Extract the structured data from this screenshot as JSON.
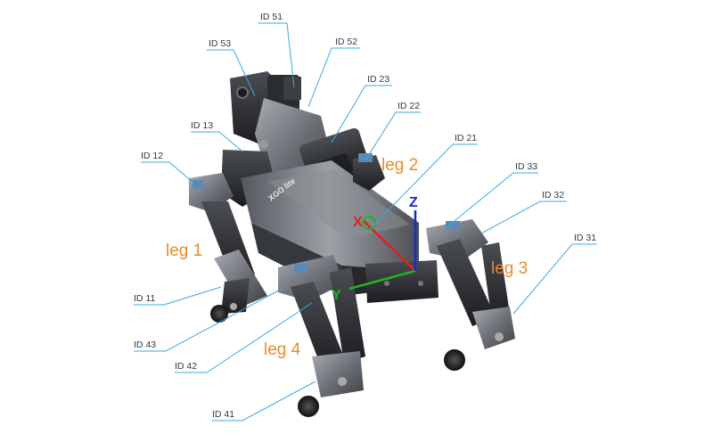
{
  "colors": {
    "callout_line": "#3ea8e0",
    "leg_label": "#e88a2a",
    "axis_x": "#e02020",
    "axis_y": "#21b321",
    "axis_z": "#1a2bd0",
    "body_dark": "#2b2d31",
    "body_metal": "#7d8086",
    "background": "#ffffff"
  },
  "callouts": [
    {
      "key": "id51",
      "label": "ID 51"
    },
    {
      "key": "id52",
      "label": "ID 52"
    },
    {
      "key": "id53",
      "label": "ID 53"
    },
    {
      "key": "id23",
      "label": "ID 23"
    },
    {
      "key": "id22",
      "label": "ID 22"
    },
    {
      "key": "id13",
      "label": "ID 13"
    },
    {
      "key": "id21",
      "label": "ID 21"
    },
    {
      "key": "id12",
      "label": "ID 12"
    },
    {
      "key": "id33",
      "label": "ID 33"
    },
    {
      "key": "id32",
      "label": "ID 32"
    },
    {
      "key": "id31",
      "label": "ID 31"
    },
    {
      "key": "id11",
      "label": "ID 11"
    },
    {
      "key": "id43",
      "label": "ID 43"
    },
    {
      "key": "id42",
      "label": "ID 42"
    },
    {
      "key": "id41",
      "label": "ID 41"
    }
  ],
  "legs": {
    "leg1": "leg 1",
    "leg2": "leg 2",
    "leg3": "leg 3",
    "leg4": "leg 4"
  },
  "axes": {
    "x": "X",
    "y": "Y",
    "z": "Z"
  },
  "logo": "XGO lite"
}
